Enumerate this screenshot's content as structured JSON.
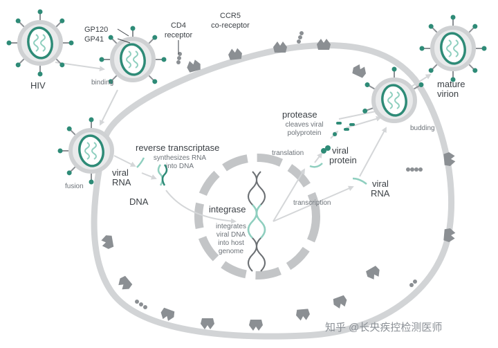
{
  "labels": {
    "hiv": "HIV",
    "gp120": "GP120",
    "gp41": "GP41",
    "cd4_line1": "CD4",
    "cd4_line2": "receptor",
    "ccr5_line1": "CCR5",
    "ccr5_line2": "co-receptor",
    "binding": "binding",
    "fusion": "fusion",
    "viral_rna_1_line1": "viral",
    "viral_rna_1_line2": "RNA",
    "reverse_transcriptase": "reverse transcriptase",
    "rt_desc_line1": "synthesizes RNA",
    "rt_desc_line2": "into DNA",
    "dna": "DNA",
    "integrase": "integrase",
    "int_desc_line1": "integrates",
    "int_desc_line2": "viral DNA",
    "int_desc_line3": "into host",
    "int_desc_line4": "genome",
    "protease": "protease",
    "prot_desc_line1": "cleaves viral",
    "prot_desc_line2": "polyprotein",
    "translation": "translation",
    "viral_protein_line1": "viral",
    "viral_protein_line2": "protein",
    "transcription": "transcription",
    "viral_rna_2_line1": "viral",
    "viral_rna_2_line2": "RNA",
    "budding": "budding",
    "mature_line1": "mature",
    "mature_line2": "virion"
  },
  "watermark": "知乎 @长央疾控检测医师",
  "colors": {
    "teal": "#2e8b77",
    "teal_light": "#8fcfbf",
    "membrane": "#cfd1d3",
    "receptor": "#8b8f93",
    "nucleus": "#c3c5c7",
    "arrow": "#d4d6d8",
    "text": "#3a3f44"
  }
}
